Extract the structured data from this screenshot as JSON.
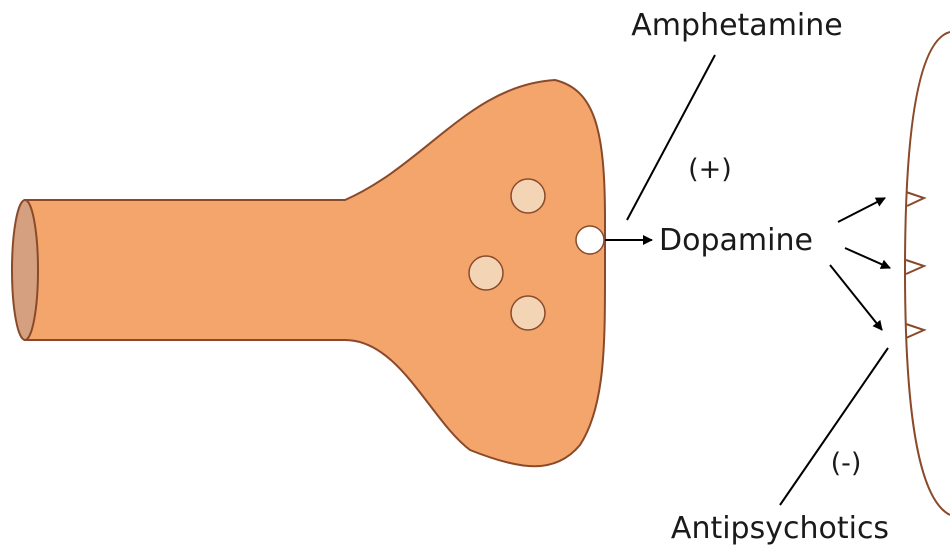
{
  "labels": {
    "amphetamine": "Amphetamine",
    "amphetamine_effect": "(+)",
    "dopamine": "Dopamine",
    "antipsychotics": "Antipsychotics",
    "antipsychotics_effect": "(-)"
  },
  "colors": {
    "axon_fill": "#f4a56c",
    "axon_stroke": "#8a4a2a",
    "axon_end": "#d4a080",
    "vesicle_fill": "#f3d5b5",
    "receptor_cell_stroke": "#8a4a2a",
    "line": "#000000"
  },
  "structure": {
    "vesicle_count": 3,
    "receptor_count": 3
  }
}
